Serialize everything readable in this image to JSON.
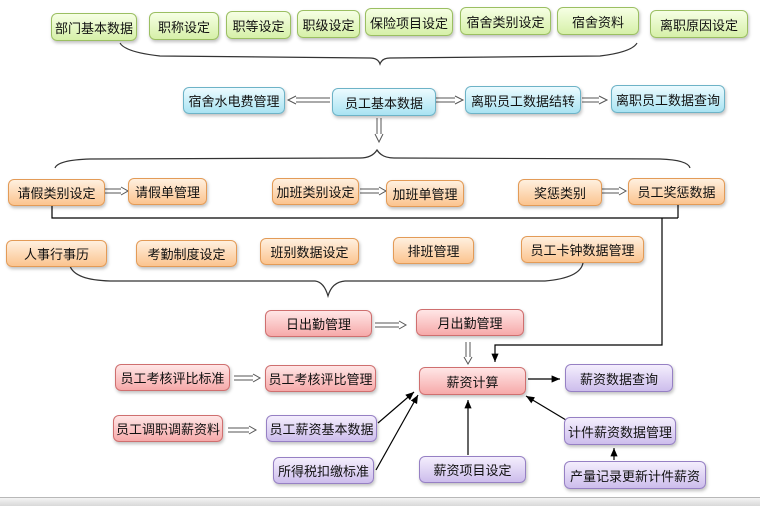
{
  "diagram": {
    "title": "人事薪资系统流程图",
    "colors": {
      "base_settings": "#d6f0a8",
      "employee_data": "#a9e3f2",
      "attendance": "#fbc48f",
      "evaluation_attendance": "#f6a9a9",
      "payroll": "#cdbdec",
      "connector": "#000000"
    },
    "nodes": {
      "dept_basic": "部门基本数据",
      "title_setting": "职称设定",
      "grade_setting": "职等设定",
      "level_setting": "职级设定",
      "insurance_setting": "保险项目设定",
      "dorm_type_setting": "宿舍类别设定",
      "dorm_info": "宿舍资料",
      "resign_reason_setting": "离职原因设定",
      "dorm_utility": "宿舍水电费管理",
      "employee_basic": "员工基本数据",
      "resigned_transfer": "离职员工数据结转",
      "resigned_query": "离职员工数据查询",
      "leave_type_setting": "请假类别设定",
      "leave_form": "请假单管理",
      "overtime_type_setting": "加班类别设定",
      "overtime_form": "加班单管理",
      "reward_type": "奖惩类别",
      "employee_reward": "员工奖惩数据",
      "hr_calendar": "人事行事历",
      "attendance_policy": "考勤制度设定",
      "shift_setting": "班别数据设定",
      "scheduling": "排班管理",
      "clock_data": "员工卡钟数据管理",
      "daily_attendance": "日出勤管理",
      "monthly_attendance": "月出勤管理",
      "eval_standard": "员工考核评比标准",
      "eval_management": "员工考核评比管理",
      "salary_calc": "薪资计算",
      "salary_query": "薪资数据查询",
      "transfer_salary_info": "员工调职调薪资料",
      "salary_basic": "员工薪资基本数据",
      "piece_salary": "计件薪资数据管理",
      "tax_standard": "所得税扣缴标准",
      "salary_items": "薪资项目设定",
      "output_update_piece": "产量记录更新计件薪资"
    },
    "edges": [
      [
        "employee_basic",
        "dorm_utility"
      ],
      [
        "employee_basic",
        "resigned_transfer"
      ],
      [
        "resigned_transfer",
        "resigned_query"
      ],
      [
        "leave_type_setting",
        "leave_form"
      ],
      [
        "overtime_type_setting",
        "overtime_form"
      ],
      [
        "reward_type",
        "employee_reward"
      ],
      [
        "daily_attendance",
        "monthly_attendance"
      ],
      [
        "monthly_attendance",
        "salary_calc"
      ],
      [
        "employee_reward",
        "salary_calc"
      ],
      [
        "eval_standard",
        "eval_management"
      ],
      [
        "transfer_salary_info",
        "salary_basic"
      ],
      [
        "salary_basic",
        "salary_calc"
      ],
      [
        "tax_standard",
        "salary_calc"
      ],
      [
        "salary_items",
        "salary_calc"
      ],
      [
        "piece_salary",
        "salary_calc"
      ],
      [
        "output_update_piece",
        "piece_salary"
      ],
      [
        "salary_calc",
        "salary_query"
      ]
    ]
  }
}
